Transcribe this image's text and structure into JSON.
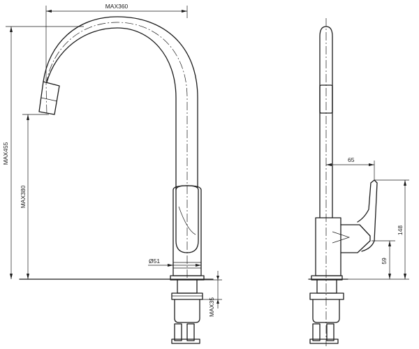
{
  "dimensions": {
    "front": {
      "reach": "MAX360",
      "total_height": "MAX455",
      "spout_height": "MAX380",
      "base_diameter": "Ø51",
      "shank_length": "MAX35"
    },
    "side": {
      "handle_projection": "65",
      "handle_height": "148",
      "body_height": "59"
    }
  }
}
